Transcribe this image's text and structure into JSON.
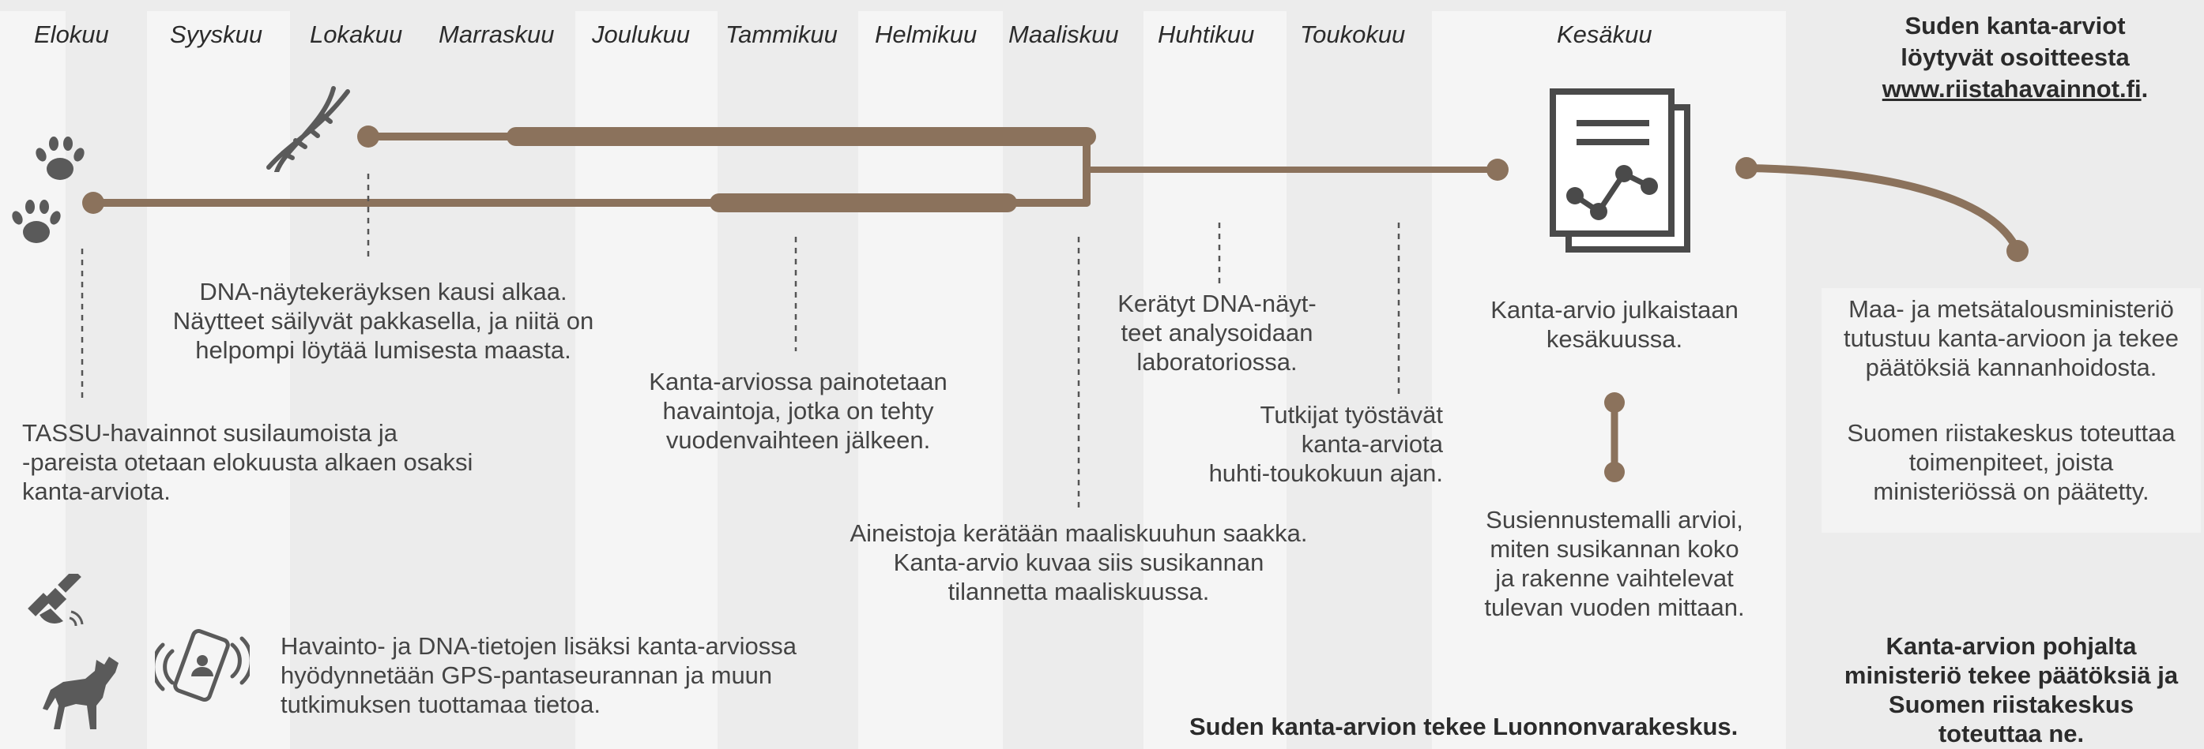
{
  "months": [
    "Elokuu",
    "Syyskuu",
    "Lokakuu",
    "Marraskuu",
    "Joulukuu",
    "Tammikuu",
    "Helmikuu",
    "Maaliskuu",
    "Huhtikuu",
    "Toukokuu",
    "Kesäkuu"
  ],
  "texts": {
    "tassu": [
      "TASSU-havainnot susilaumoista ja",
      "-pareista otetaan elokuusta alkaen osaksi",
      "kanta-arviota."
    ],
    "dna_kausi": [
      "DNA-näytekeräyksen kausi alkaa.",
      "Näytteet säilyvät pakkasella, ja niitä on",
      "helpompi löytää lumisesta maasta."
    ],
    "painotetaan": [
      "Kanta-arviossa painotetaan",
      "havaintoja, jotka on tehty",
      "vuodenvaihteen jälkeen."
    ],
    "aineistoja": [
      "Aineistoja kerätään maaliskuuhun saakka.",
      "Kanta-arvio kuvaa siis susikannan",
      "tilannetta maaliskuussa."
    ],
    "dna_analyysi": [
      "Kerätyt DNA-näyt-",
      "teet analysoidaan",
      "laboratoriossa."
    ],
    "tutkijat": [
      "Tutkijat työstävät",
      "kanta-arviota",
      "huhti-toukokuun ajan."
    ],
    "julkaistaan": [
      "Kanta-arvio julkaistaan",
      "kesäkuussa."
    ],
    "ennuste": [
      "Susiennustemalli arvioi,",
      "miten susikannan koko",
      "ja rakenne vaihtelevat",
      "tulevan vuoden mittaan."
    ],
    "gps": [
      "Havainto- ja DNA-tietojen lisäksi kanta-arviossa",
      "hyödynnetään GPS-pantaseurannan ja muun",
      "tutkimuksen tuottamaa tietoa."
    ],
    "luke": "Suden kanta-arvion tekee Luonnonvarakeskus.",
    "web_1": "Suden kanta-arviot",
    "web_2": "löytyvät osoitteesta",
    "web_url": "www.riistahavainnot.fi",
    "web_dot": ".",
    "mmm": [
      "Maa- ja metsätalousministeriö",
      "tutustuu kanta-arvioon ja tekee",
      "päätöksiä kannanhoidosta."
    ],
    "riista": [
      "Suomen riistakeskus toteuttaa",
      "toimenpiteet, joista",
      "ministeriössä on päätetty."
    ],
    "ministerio": [
      "Kanta-arvion pohjalta",
      "ministeriö tekee päätöksiä ja",
      "Suomen riistakeskus",
      "toteuttaa ne."
    ]
  },
  "colors": {
    "line": "#8b725c",
    "icon": "#5a5a5a",
    "col_light": "#f5f5f5",
    "col_dark": "#ececec"
  },
  "icons": [
    "paw-icon",
    "dna-icon",
    "report-icon",
    "satellite-icon",
    "wolf-icon",
    "phone-icon"
  ]
}
